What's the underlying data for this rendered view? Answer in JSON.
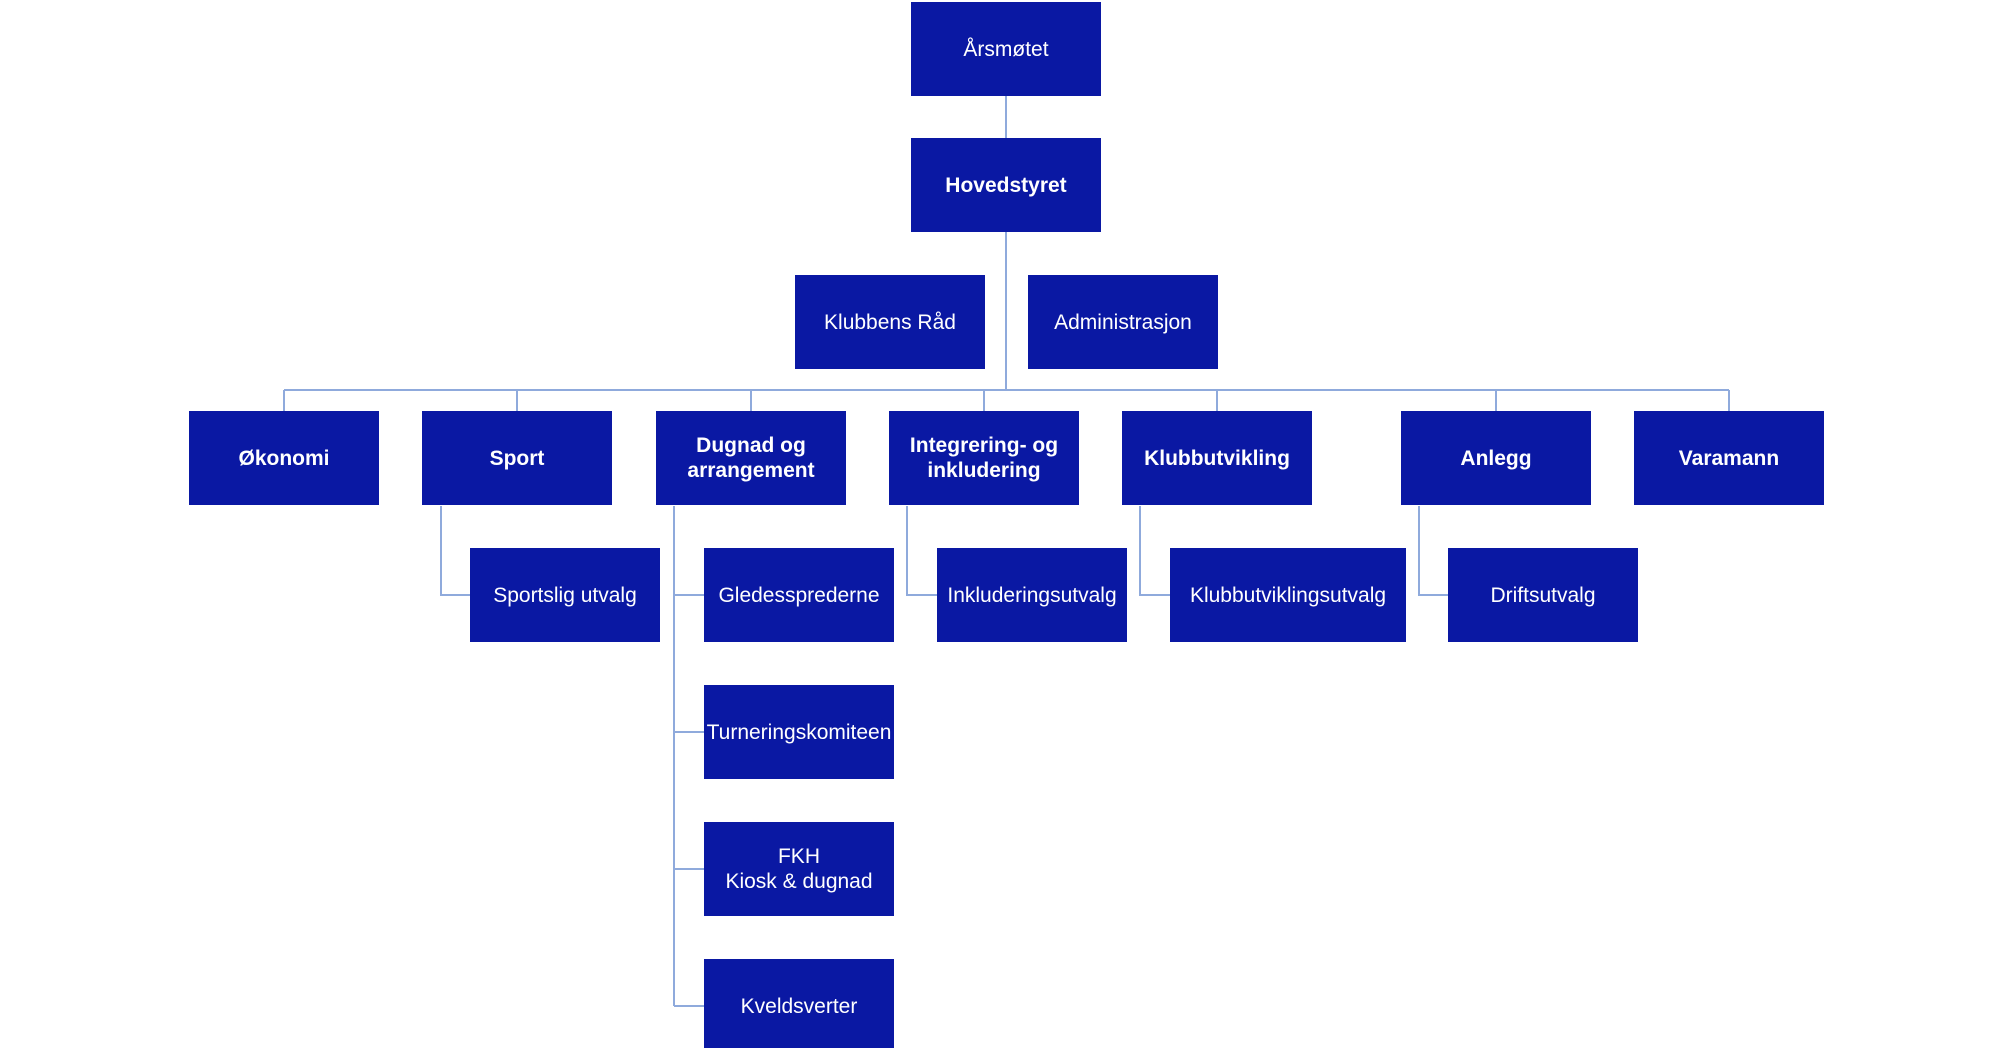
{
  "colors": {
    "box": "#0a18a3",
    "text": "#ffffff",
    "line": "#8faadc",
    "background": "#ffffff"
  },
  "nodes": {
    "arsmotet": "Årsmøtet",
    "hovedstyret": "Hovedstyret",
    "klubbens_rad": "Klubbens Råd",
    "administrasjon": "Administrasjon",
    "okonomi": "Økonomi",
    "sport": "Sport",
    "dugnad": "Dugnad og\narrangement",
    "integrering": "Integrering- og\ninkludering",
    "klubbutvikling": "Klubbutvikling",
    "anlegg": "Anlegg",
    "varamann": "Varamann",
    "sportslig_utvalg": "Sportslig utvalg",
    "gledessprederne": "Gledessprederne",
    "turneringskomiteen": "Turneringskomiteen",
    "fkh": "FKH\nKiosk & dugnad",
    "kveldsverter": "Kveldsverter",
    "inkluderingsutvalg": "Inkluderingsutvalg",
    "klubbutviklingsutvalg": "Klubbutviklingsutvalg",
    "driftsutvalg": "Driftsutvalg"
  }
}
